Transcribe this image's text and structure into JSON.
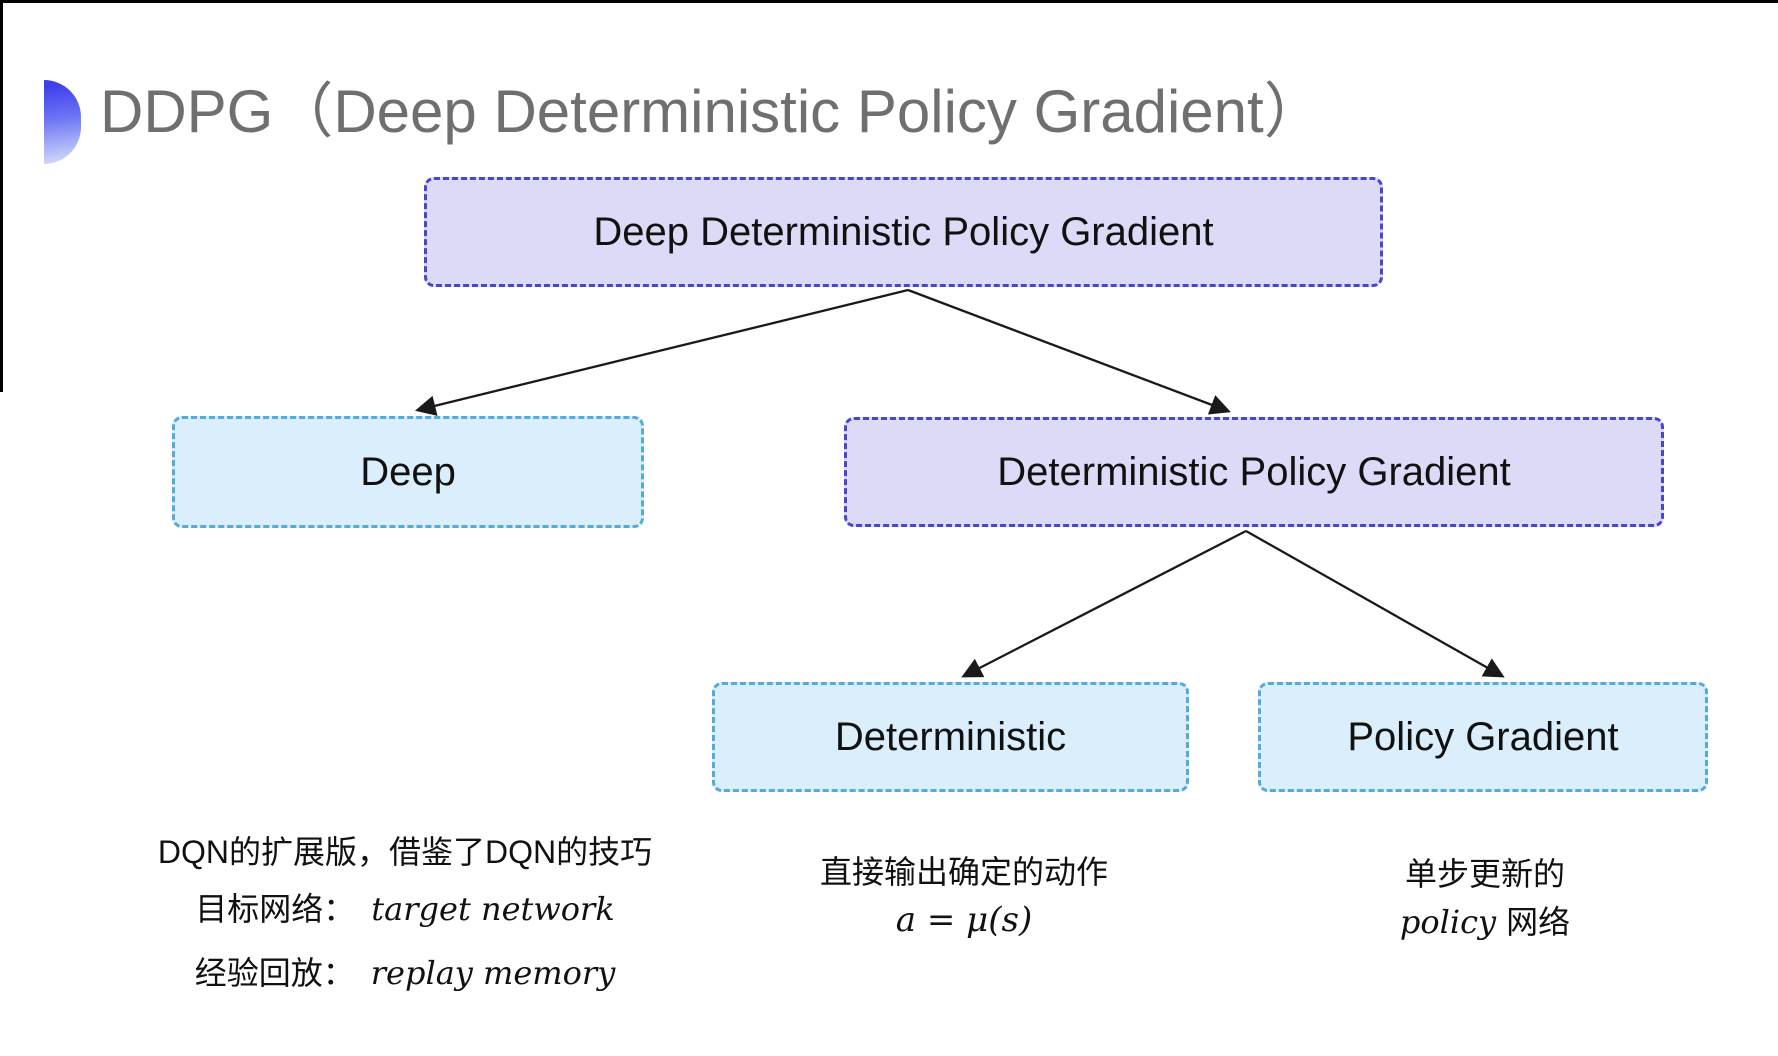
{
  "title": {
    "text": "DDPG（Deep Deterministic Policy Gradient）"
  },
  "colors": {
    "purple_fill": "#dcdaf6",
    "purple_border": "#4747cd",
    "cyan_fill": "#daeffb",
    "cyan_border": "#55aadc",
    "title_gray": "#6f6f6f",
    "bullet_blue": "#4040ea",
    "arrow_black": "#1a1a1a"
  },
  "nodes": {
    "root": {
      "label": "Deep Deterministic Policy Gradient"
    },
    "deep": {
      "label": "Deep"
    },
    "dpg": {
      "label": "Deterministic Policy Gradient"
    },
    "deterministic": {
      "label": "Deterministic"
    },
    "policy_gradient": {
      "label": "Policy Gradient"
    }
  },
  "notes": {
    "deep": {
      "line1": "DQN的扩展版，借鉴了DQN的技巧",
      "line2_label": "目标网络：",
      "line2_term": "target network",
      "line3_label": "经验回放：",
      "line3_term": "replay memory"
    },
    "deterministic": {
      "line1": "直接输出确定的动作",
      "formula": "a = μ(s)"
    },
    "policy_gradient": {
      "line1": "单步更新的",
      "line2_term": "policy",
      "line2_rest": "网络"
    }
  }
}
